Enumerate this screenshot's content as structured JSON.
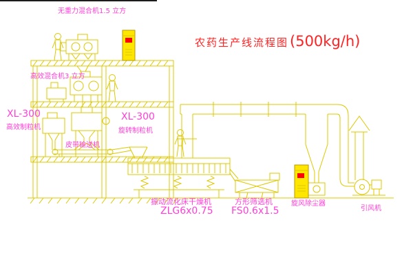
{
  "title": {
    "text": "农药生产线流程图",
    "capacity": "(500kg/h)"
  },
  "equipment_labels": {
    "gravity_mixer": "无重力混合机1.5 立方",
    "high_eff_mixer": "高效混合机3 立方",
    "granulator_left_model": "XL-300",
    "granulator_left_name": "高效制粒机",
    "granulator_right_model": "XL-300",
    "granulator_right_name": "旋转制粒机",
    "belt_conveyor": "皮带输送机",
    "dryer_name": "振动流化床干燥机",
    "dryer_model": "ZLG6x0.75",
    "sieve_name": "方形筛选机",
    "sieve_model": "FS0.6x1.5",
    "cyclone": "旋风除尘器",
    "induced_fan": "引风机"
  },
  "colors": {
    "cad_line": "#dcc800",
    "cabinet_fill": "#ffe600",
    "label_magenta": "#ff3fd8",
    "title_red": "#ff2222",
    "alarm_red": "#ff0000",
    "background": "#ffffff"
  }
}
